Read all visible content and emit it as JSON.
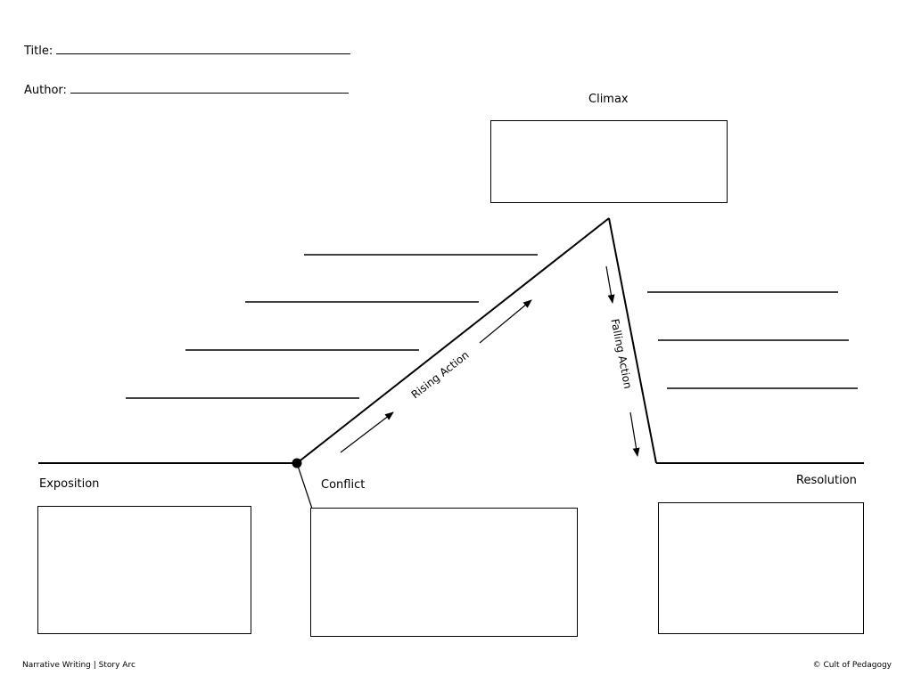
{
  "header": {
    "title_label": "Title:",
    "author_label": "Author:"
  },
  "diagram": {
    "climax_label": "Climax",
    "exposition_label": "Exposition",
    "conflict_label": "Conflict",
    "resolution_label": "Resolution",
    "rising_action_label": "Rising Action",
    "falling_action_label": "Falling Action"
  },
  "footer": {
    "left": "Narrative Writing | Story Arc",
    "right": "© Cult of Pedagogy"
  }
}
